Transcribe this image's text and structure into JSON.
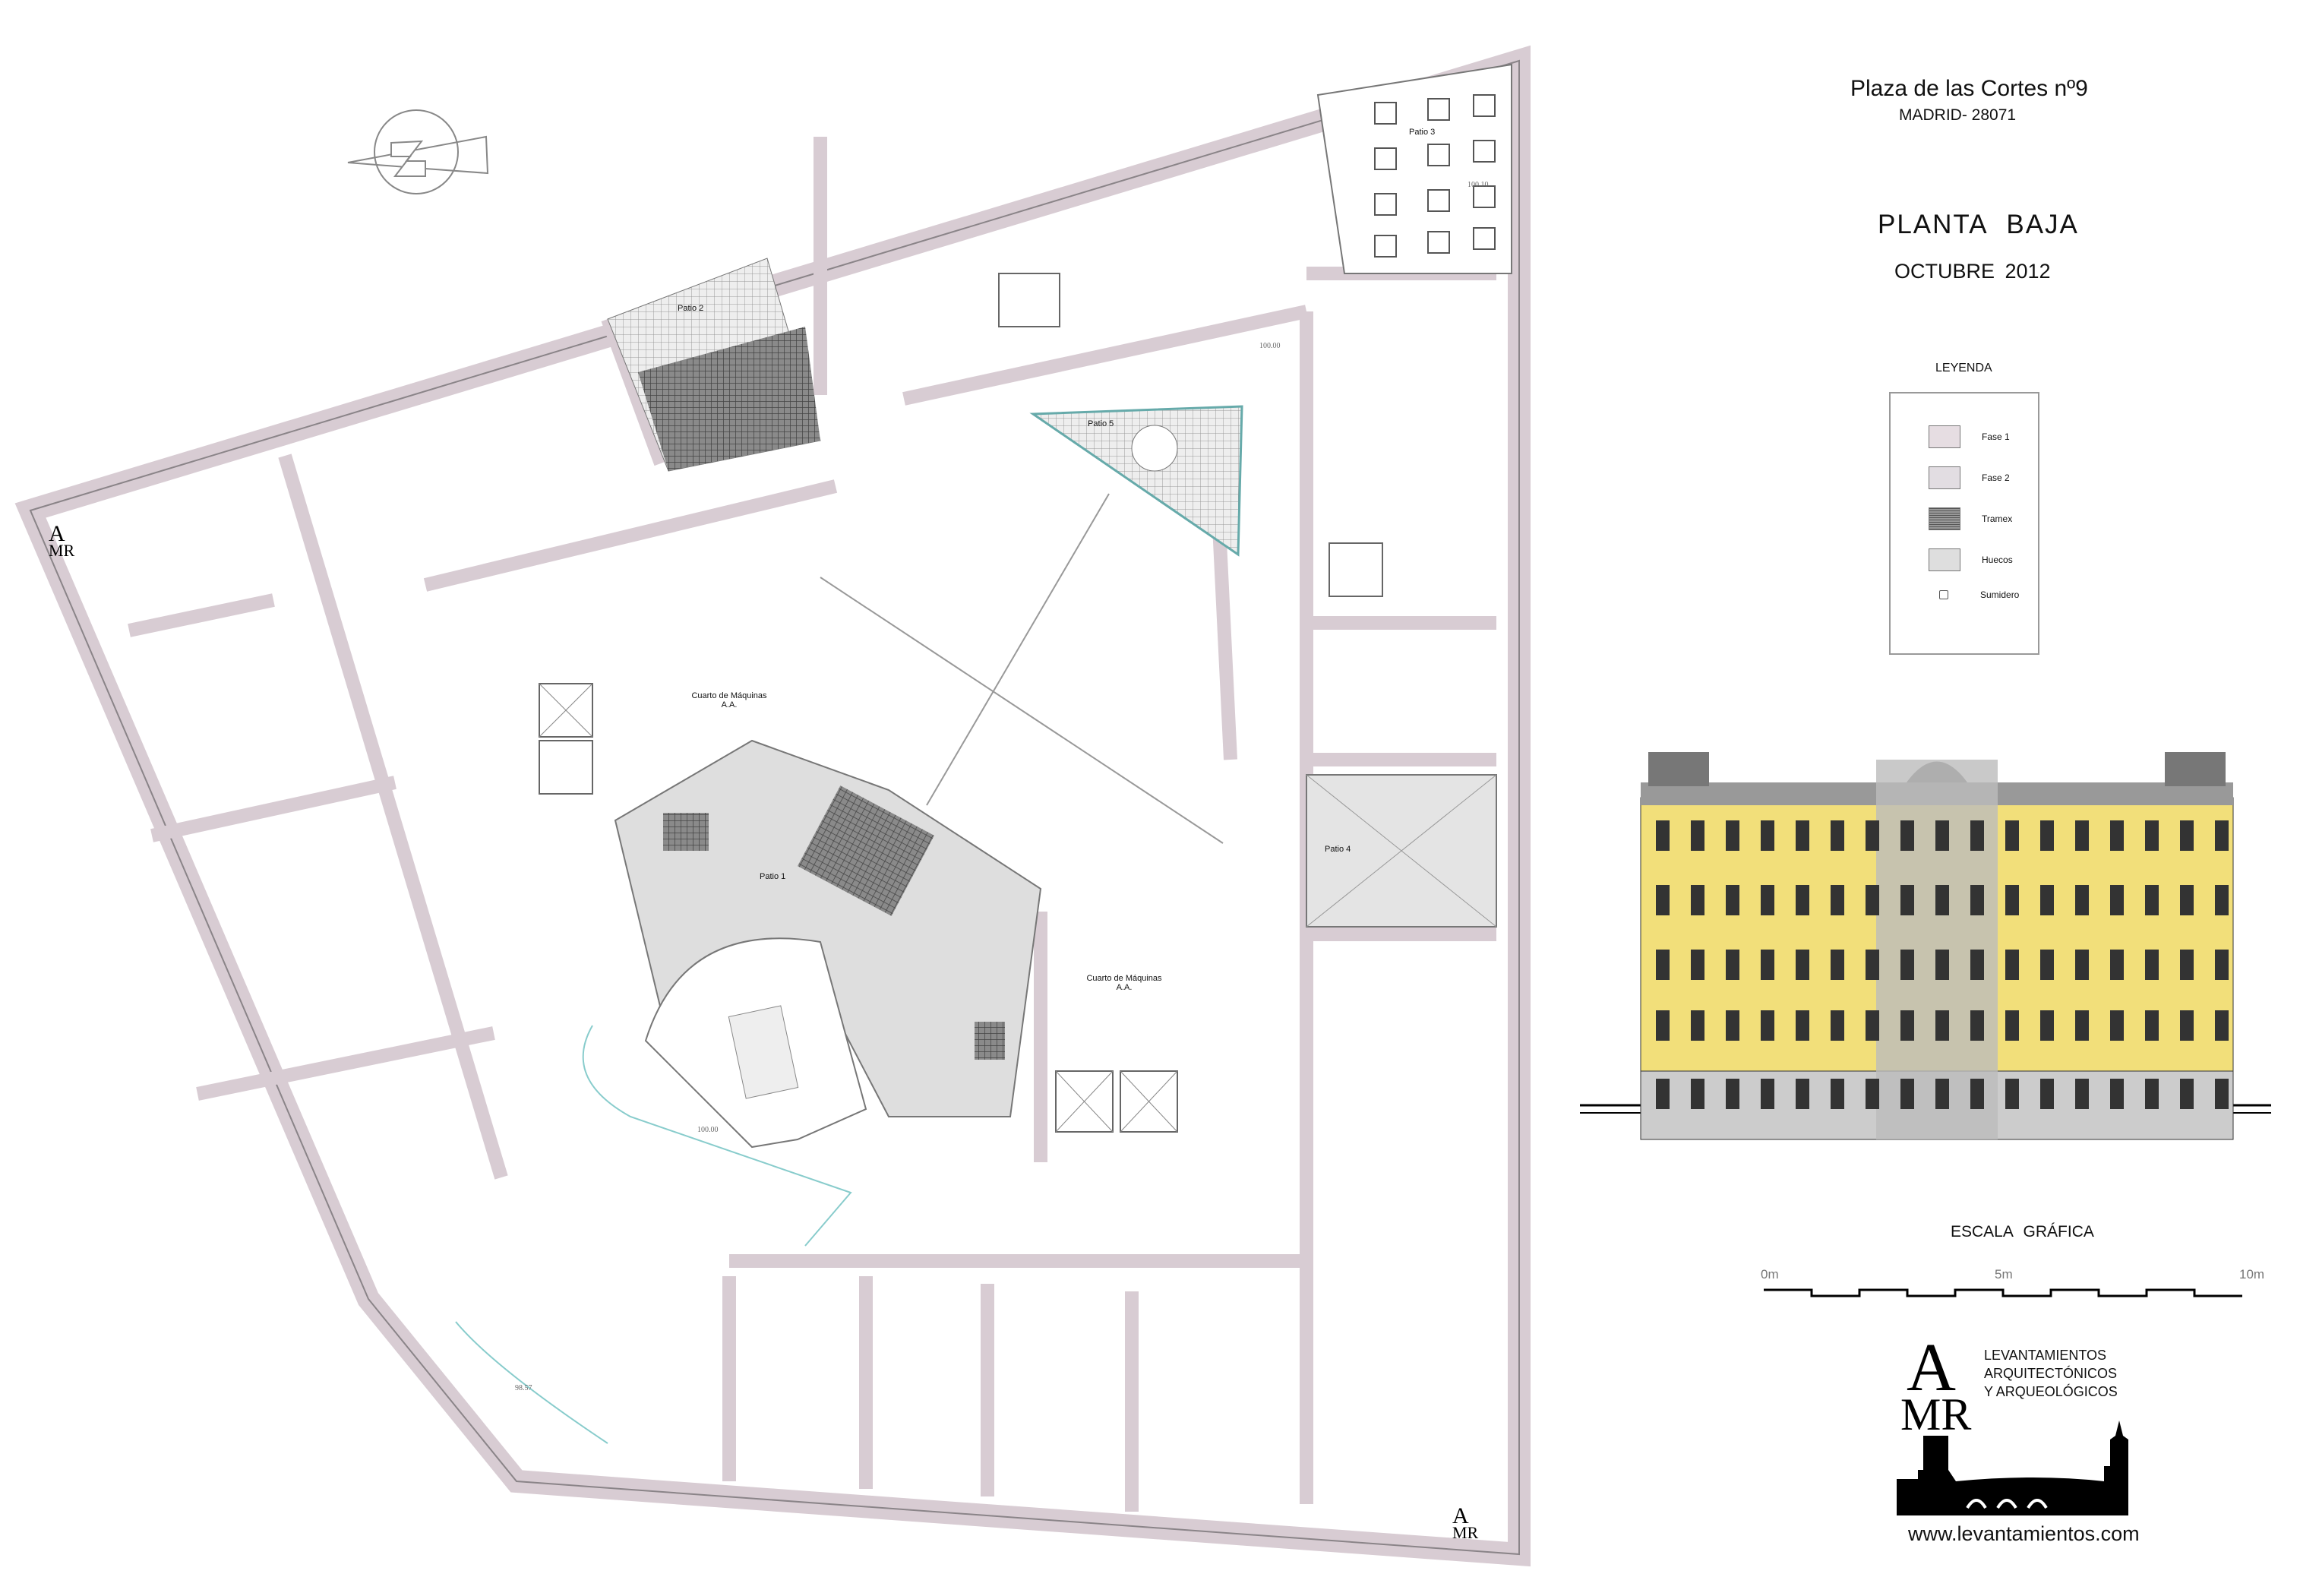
{
  "header": {
    "address": "Plaza de las Cortes nº9",
    "city": "MADRID- 28071",
    "plan_title": "PLANTA   BAJA",
    "date": "OCTUBRE  2012"
  },
  "legend": {
    "title": "LEYENDA",
    "items": [
      {
        "label": "Fase 1",
        "color": "#e6dde2"
      },
      {
        "label": "Fase 2",
        "color": "#e2dde2"
      },
      {
        "label": "Tramex",
        "color": "#777777"
      },
      {
        "label": "Huecos",
        "color": "#dedede"
      },
      {
        "label": "Sumidero",
        "color": "#ffffff"
      }
    ]
  },
  "scale": {
    "title": "ESCALA  GRÁFICA",
    "labels": [
      "0m",
      "5m",
      "10m"
    ]
  },
  "logo": {
    "monogram": "AMR",
    "lines": [
      "LEVANTAMIENTOS",
      "ARQUITECTÓNICOS",
      "Y ARQUEOLÓGICOS"
    ],
    "website": "www.levantamientos.com"
  },
  "plan": {
    "patios": [
      "Patio 1",
      "Patio 2",
      "Patio 3",
      "Patio 4",
      "Patio 5"
    ],
    "rooms": [
      {
        "name": "Cuarto de Máquinas",
        "sub": "A.A."
      },
      {
        "name": "Cuarto de Máquinas",
        "sub": "A.A."
      }
    ],
    "elevations": [
      "100.00",
      "100.00",
      "100.10",
      "98.57"
    ]
  },
  "colors": {
    "wall": "#d8ccd3",
    "wall_edge": "#8a8488",
    "facade": "#f2df7a",
    "hueco": "#dcdcdc"
  }
}
